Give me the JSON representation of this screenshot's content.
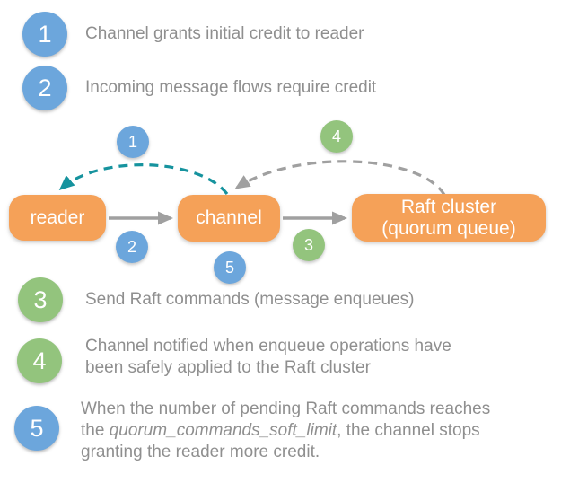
{
  "colors": {
    "blue": "#6CA6DC",
    "green": "#93C47D",
    "orange": "#F5A158",
    "teal": "#16939E",
    "arrow_gray": "#A0A0A0",
    "text_gray": "#8F8F8F"
  },
  "legend_top": [
    {
      "num": "1",
      "text": "Channel grants initial credit to reader"
    },
    {
      "num": "2",
      "text": "Incoming message flows require credit"
    }
  ],
  "diagram": {
    "nodes": {
      "reader": {
        "label": "reader"
      },
      "channel": {
        "label": "channel"
      },
      "raft": {
        "label_line1": "Raft cluster",
        "label_line2": "(quorum queue)"
      }
    },
    "badges": {
      "b1": "1",
      "b2": "2",
      "b3": "3",
      "b4": "4",
      "b5": "5"
    }
  },
  "legend_bottom": {
    "item3": {
      "num": "3",
      "text": "Send Raft commands (message enqueues)"
    },
    "item4": {
      "num": "4",
      "line1": "Channel notified when enqueue operations have",
      "line2": "been safely applied to the Raft cluster"
    },
    "item5": {
      "num": "5",
      "line1": "When the number of pending Raft commands reaches",
      "line2_pre": "the ",
      "line2_italic": "quorum_commands_soft_limit",
      "line2_post": ", the channel stops",
      "line3": "granting the reader more credit."
    }
  }
}
